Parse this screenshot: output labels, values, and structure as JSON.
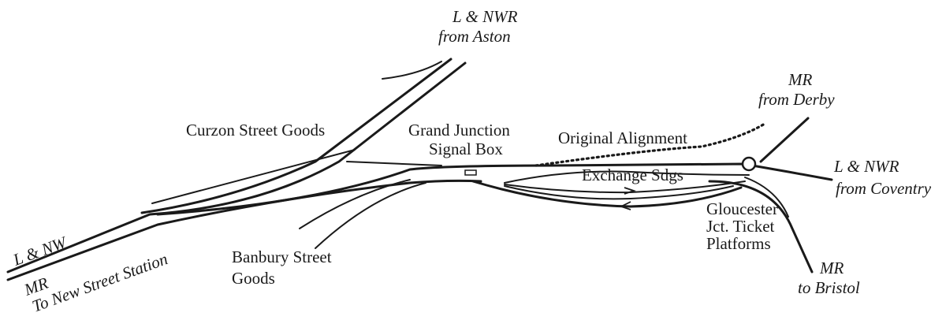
{
  "labels": {
    "lnwr_aston_1": "L & NWR",
    "lnwr_aston_2": "from Aston",
    "mr_derby_1": "MR",
    "mr_derby_2": "from Derby",
    "lnwr_coventry_1": "L & NWR",
    "lnwr_coventry_2": "from Coventry",
    "mr_bristol_1": "MR",
    "mr_bristol_2": "to Bristol",
    "curzon": "Curzon Street Goods",
    "grand_junction_1": "Grand Junction",
    "grand_junction_2": "Signal Box",
    "original_alignment": "Original Alignment",
    "exchange": "Exchange Sdgs",
    "gloucester_1": "Gloucester",
    "gloucester_2": "Jct. Ticket",
    "gloucester_3": "Platforms",
    "banbury_1": "Banbury Street",
    "banbury_2": "Goods",
    "lnw_left": "L & NW",
    "mr_left": "MR",
    "new_street": "To New Street Station"
  }
}
